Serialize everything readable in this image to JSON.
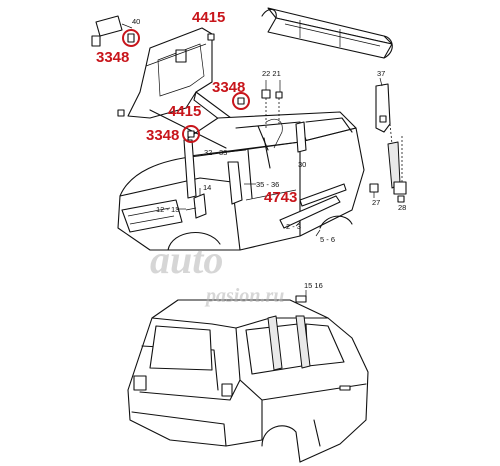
{
  "part_codes": {
    "c4415_top": "4415",
    "c3348_left": "3348",
    "c3348_mid": "3348",
    "c4415_mid": "4415",
    "c3348_low": "3348",
    "c4743": "4743"
  },
  "callouts": {
    "n40": "40",
    "n22_21": "22  21",
    "n37": "37",
    "n30": "30",
    "n32_33": "32 - 33",
    "n35_36": "35 - 36",
    "n14": "14",
    "n12_13": "12 - 13",
    "n2_3": "2 - 3",
    "n5_6": "5 - 6",
    "n27": "27",
    "n28": "28",
    "n15_16": "15  16"
  },
  "watermark": {
    "main": "auto",
    "sub": "pasion.ru"
  },
  "colors": {
    "code_red": "#c8151b",
    "line": "#111111",
    "watermark": "#b4b4b4"
  }
}
